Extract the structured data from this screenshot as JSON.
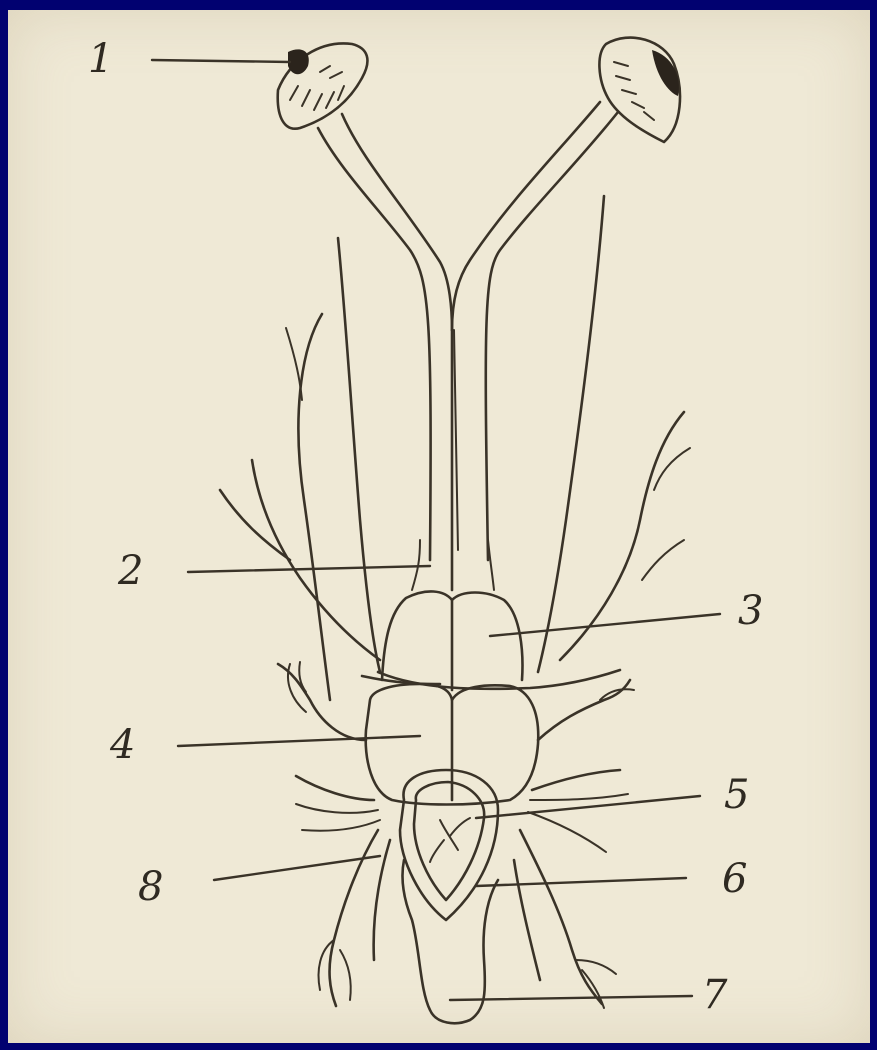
{
  "labels": {
    "l1": "1",
    "l2": "2",
    "l3": "3",
    "l4": "4",
    "l5": "5",
    "l6": "6",
    "l7": "7",
    "l8": "8"
  },
  "colors": {
    "frame": "#010170",
    "paper": "#efe9d6",
    "ink": "#3a3328"
  }
}
